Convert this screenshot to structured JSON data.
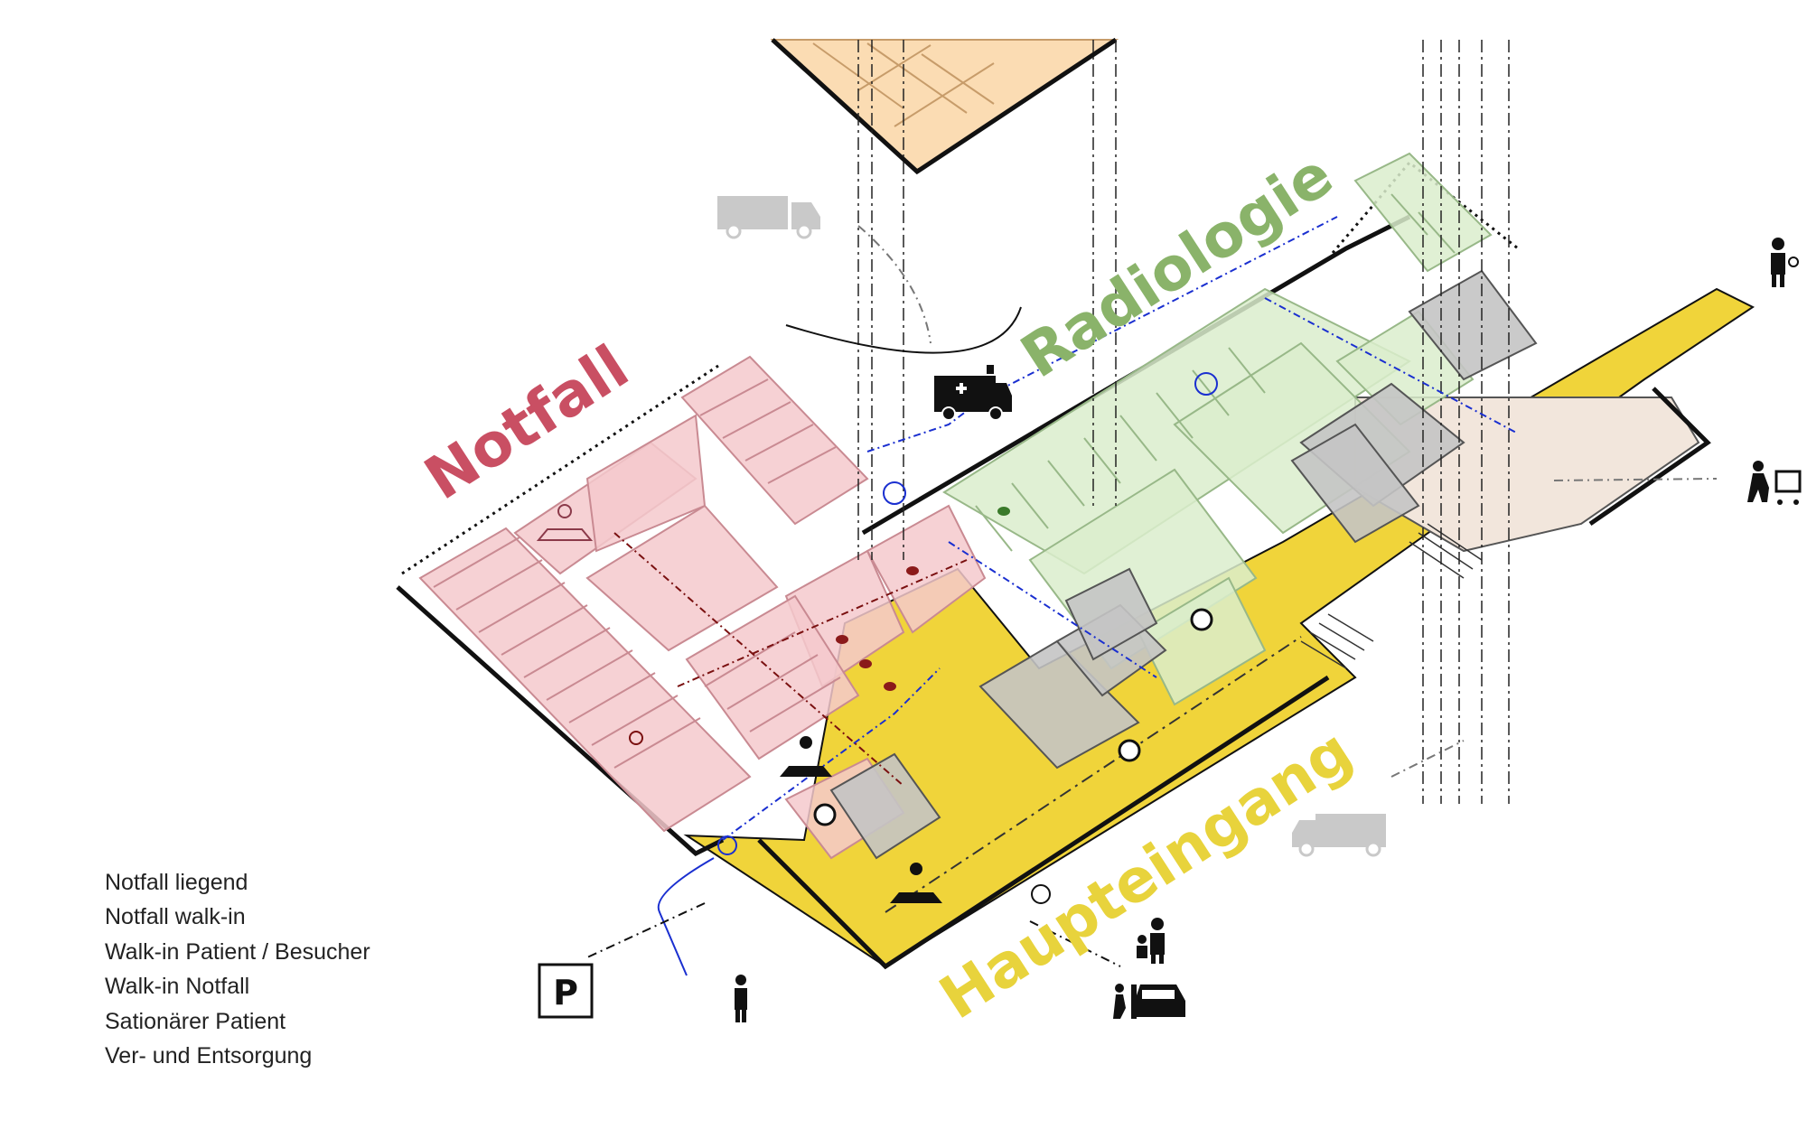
{
  "colors": {
    "notfall": "#c94f63",
    "radiologie": "#8ab36a",
    "haupteingang": "#e8d33c",
    "yellow_floor": "#f0d43a",
    "pink_fill": "#f4c9cd",
    "pink_stroke": "#c98a92",
    "green_fill": "#dbedcd",
    "green_stroke": "#98b888",
    "orange_fill": "#fbdcb3",
    "grey_fill": "#bdbdbd",
    "beige_fill": "#f2e6dc",
    "blue_path": "#2233cc",
    "dark_red_path": "#7a1010"
  },
  "zones": {
    "notfall": "Notfall",
    "radiologie": "Radiologie",
    "haupteingang": "Haupteingang"
  },
  "parking": {
    "symbol": "P"
  },
  "icons": [
    "ambulance-icon",
    "truck-icon",
    "pedestrian-icon",
    "doctor-icon",
    "delivery-cart-icon",
    "family-icon",
    "car-drop-off-icon",
    "waiting-room-icon",
    "clock-icon",
    "parking-icon",
    "stairs-icon"
  ],
  "legend": {
    "items": [
      {
        "label": "Notfall liegend",
        "color": "#7a1010",
        "style": "solid"
      },
      {
        "label": "Notfall walk-in",
        "color": "#7a1010",
        "style": "dashdot"
      },
      {
        "label": "Walk-in Patient / Besucher",
        "color": "#111111",
        "style": "dashdot"
      },
      {
        "label": "Walk-in Notfall",
        "color": "#1a2fd0",
        "style": "solid"
      },
      {
        "label": "Sationärer Patient",
        "color": "#1a2fd0",
        "style": "dashdot"
      },
      {
        "label": "Ver- und Entsorgung",
        "color": "#777777",
        "style": "dashdot"
      }
    ]
  }
}
